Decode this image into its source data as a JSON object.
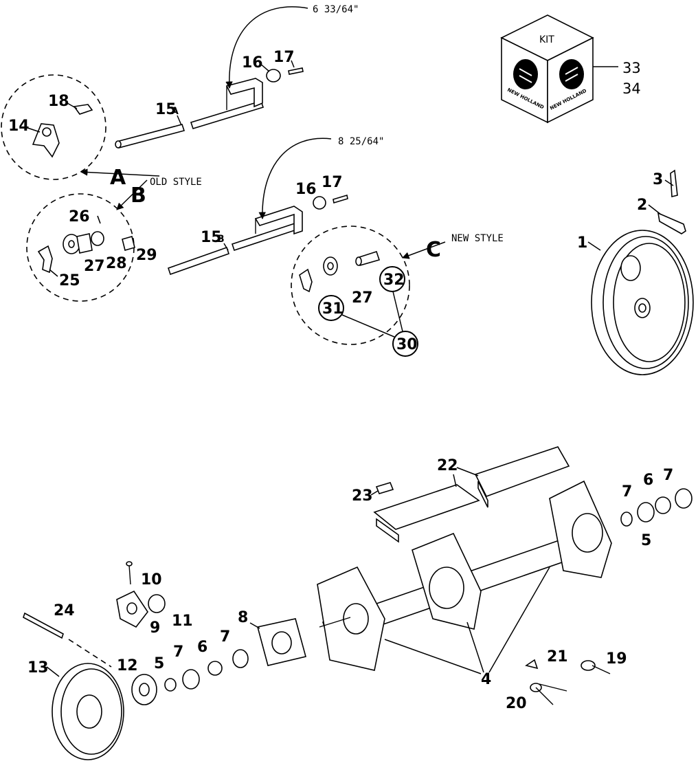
{
  "notes": {
    "dim_a": "6 33/64\"",
    "dim_b": "8 25/64\"",
    "old_style": "OLD STYLE",
    "new_style": "NEW STYLE"
  },
  "callouts": {
    "a": "A",
    "b": "B",
    "c": "C"
  },
  "kit": {
    "title": "KIT",
    "brand": "NEW HOLLAND",
    "numbers": [
      "33",
      "34"
    ]
  },
  "labels": {
    "p1": "1",
    "p2": "2",
    "p3": "3",
    "p4": "4",
    "p5a": "5",
    "p5b": "5",
    "p6a": "6",
    "p6b": "6",
    "p7a": "7",
    "p7b": "7",
    "p7c": "7",
    "p7d": "7",
    "p8": "8",
    "p9": "9",
    "p10": "10",
    "p11": "11",
    "p12": "12",
    "p13": "13",
    "p14": "14",
    "p15": "15",
    "p15_a": "A",
    "p15b": "15",
    "p15_b": "B",
    "p16a": "16",
    "p16b": "16",
    "p17a": "17",
    "p17b": "17",
    "p18": "18",
    "p19": "19",
    "p20": "20",
    "p21": "21",
    "p22": "22",
    "p23": "23",
    "p24": "24",
    "p25": "25",
    "p26": "26",
    "p27a": "27",
    "p27b": "27",
    "p28": "28",
    "p29": "29",
    "p30": "30",
    "p31": "31",
    "p32": "32"
  },
  "colors": {
    "ink": "#000000",
    "paper": "#ffffff"
  }
}
